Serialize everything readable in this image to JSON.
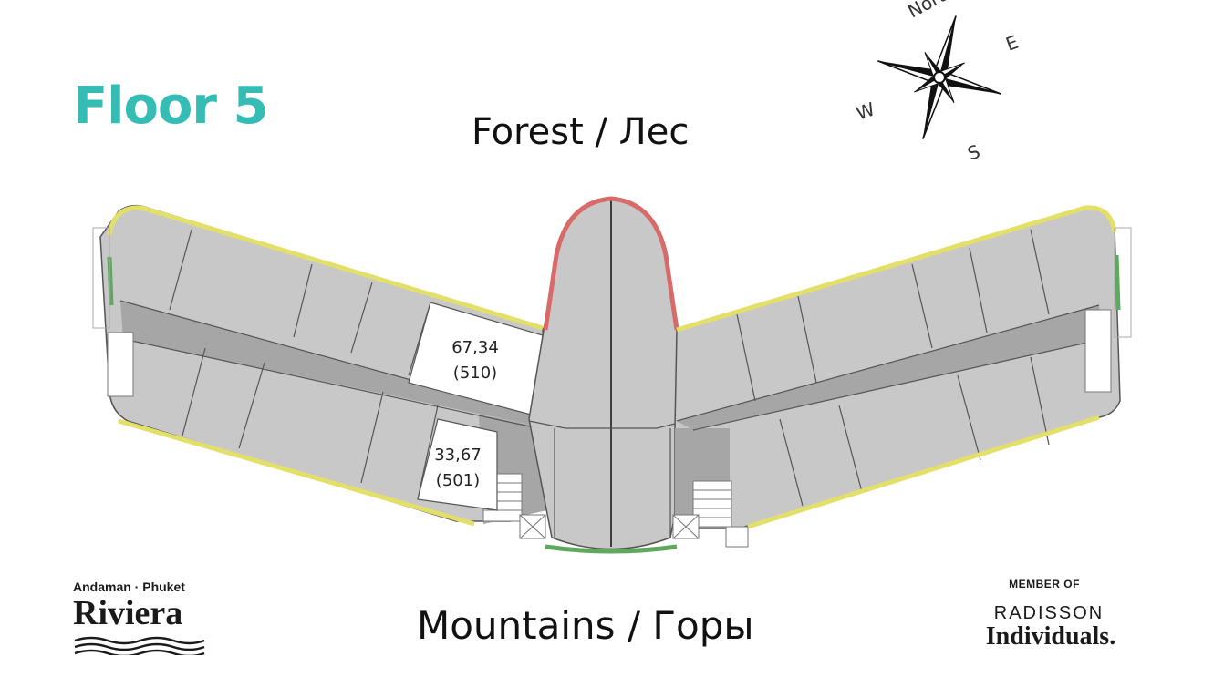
{
  "floor_label": "Floor 5",
  "orientation": {
    "top": "Forest / Лес",
    "bottom": "Mountains / Горы"
  },
  "compass": {
    "north": "North",
    "east": "E",
    "south": "S",
    "west": "W"
  },
  "units": [
    {
      "area": "67,34",
      "number": "(510)"
    },
    {
      "area": "33,67",
      "number": "(501)"
    }
  ],
  "colors": {
    "title": "#35bdb5",
    "sold_room": "#c8c8c8",
    "corridor": "#a6a6a6",
    "available_room": "#ffffff",
    "balcony_yellow": "#e3e06a",
    "balcony_green": "#5fa85d",
    "balcony_red": "#d96a6a"
  },
  "branding": {
    "left_sub": "Andaman · Phuket",
    "left_main": "Riviera",
    "right_member": "MEMBER OF",
    "right_brand": "RADISSON",
    "right_sub": "Individuals."
  }
}
